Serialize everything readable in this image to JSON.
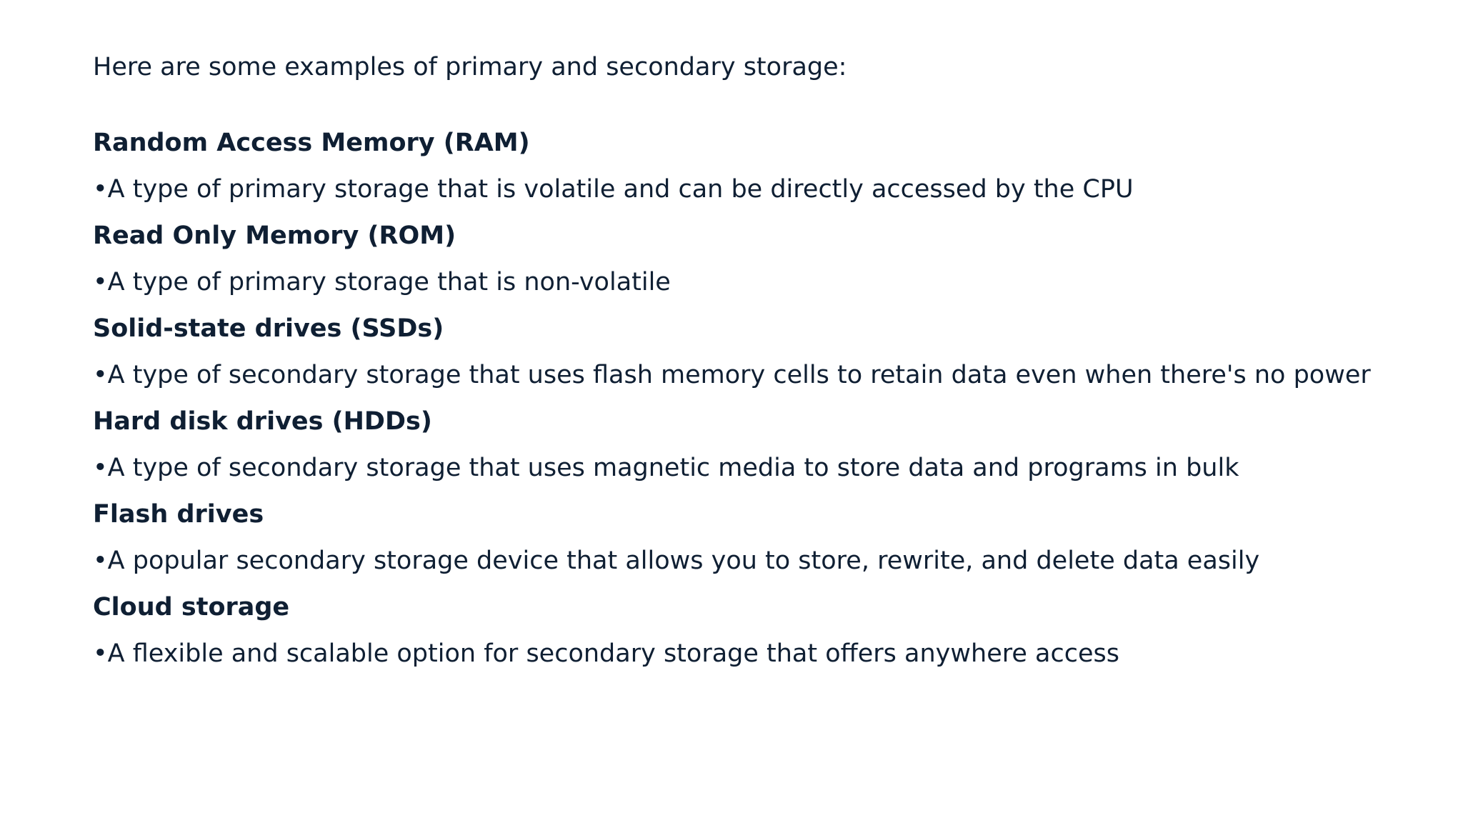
{
  "intro": "Here are some examples of primary and secondary storage:",
  "bullet_glyph": "•",
  "text_color": "#0f1f33",
  "background_color": "#ffffff",
  "entries": [
    {
      "term": "Random Access Memory (RAM)",
      "description": "A type of primary storage that is volatile and can be directly accessed by the CPU"
    },
    {
      "term": "Read Only Memory (ROM)",
      "description": "A type of primary storage that is non-volatile"
    },
    {
      "term": "Solid-state drives (SSDs)",
      "description": "A type of secondary storage that uses flash memory cells to retain data even when there's no power"
    },
    {
      "term": "Hard disk drives (HDDs)",
      "description": "A type of secondary storage that uses magnetic media to store data and programs in bulk"
    },
    {
      "term": "Flash drives",
      "description": "A popular secondary storage device that allows you to store, rewrite, and delete data easily"
    },
    {
      "term": "Cloud storage",
      "description": "A flexible and scalable option for secondary storage that offers anywhere access"
    }
  ]
}
